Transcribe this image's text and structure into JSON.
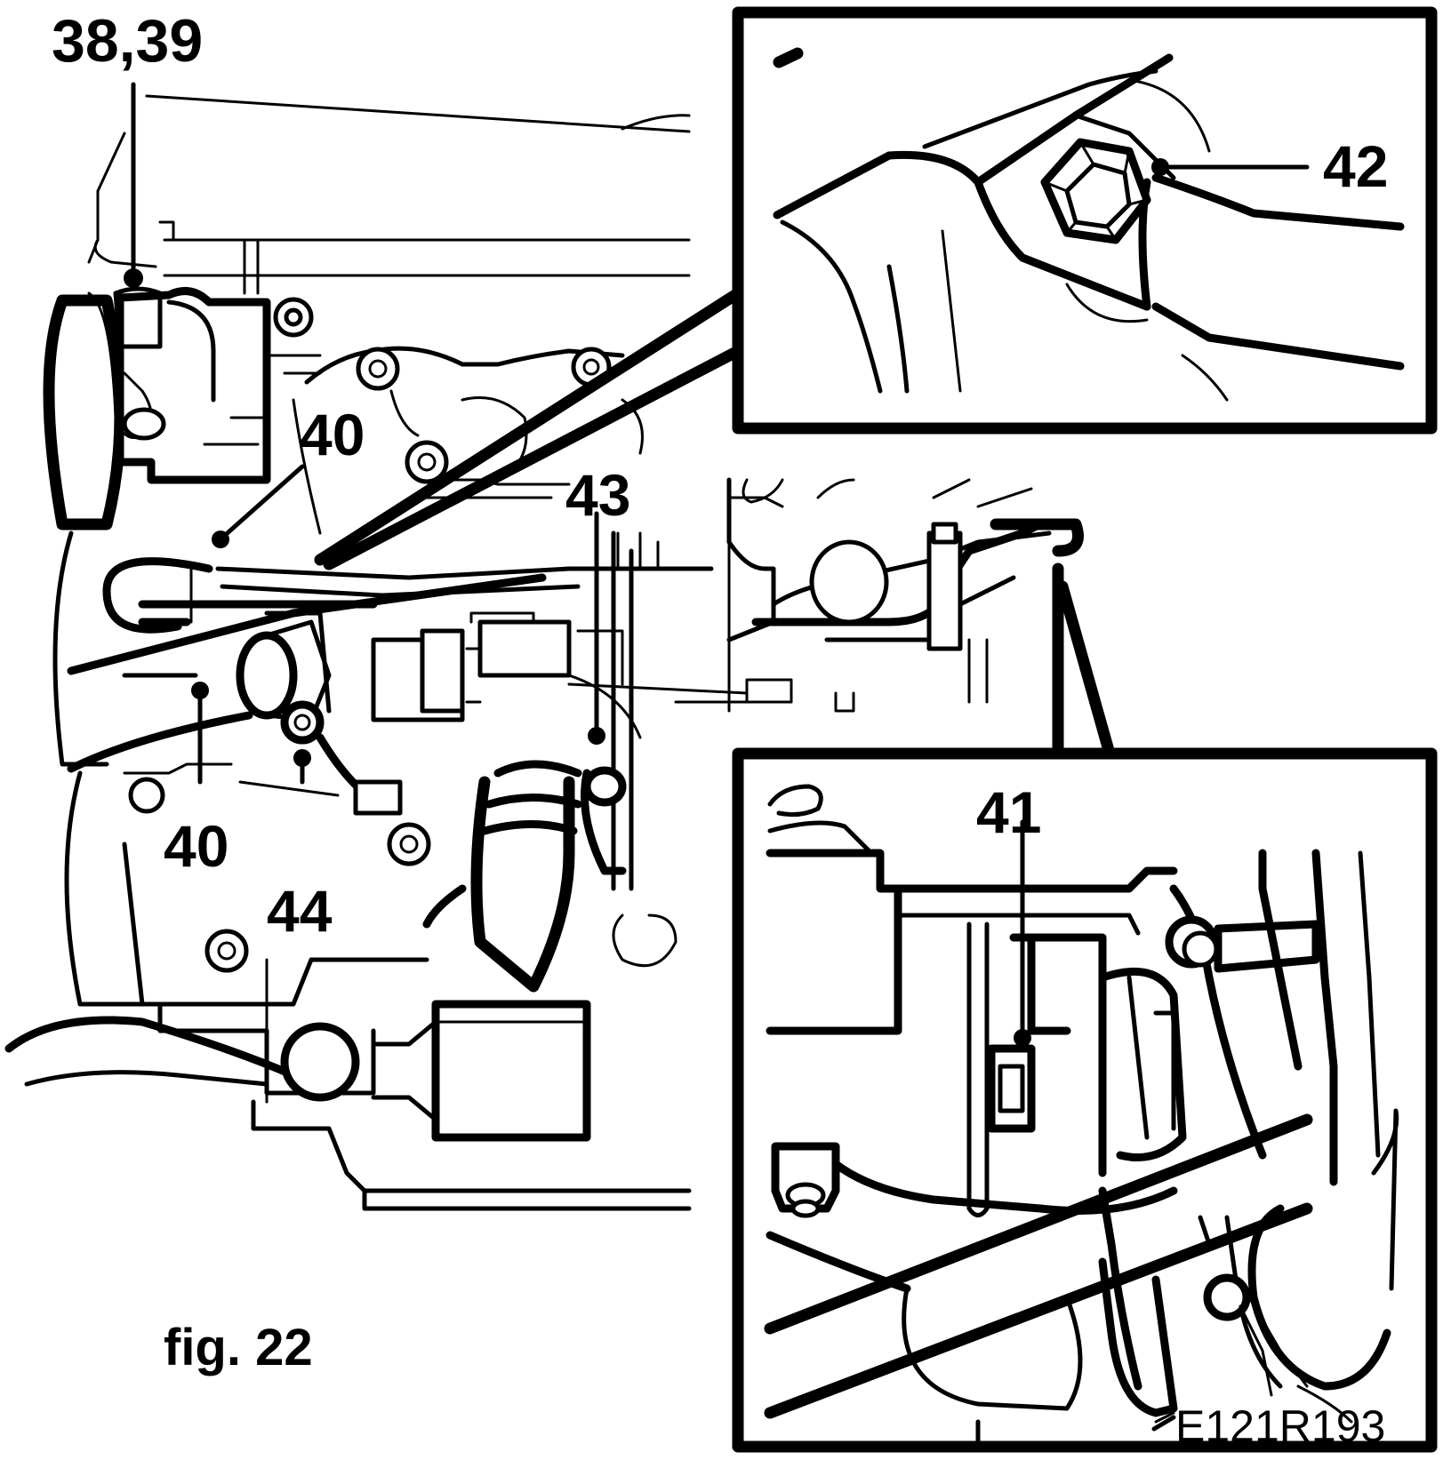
{
  "figure": {
    "caption": "fig. 22",
    "reference_code": "E121R193",
    "callouts": {
      "c_38_39": "38,39",
      "c_40_upper": "40",
      "c_40_lower": "40",
      "c_41": "41",
      "c_42": "42",
      "c_43": "43",
      "c_44": "44"
    }
  }
}
